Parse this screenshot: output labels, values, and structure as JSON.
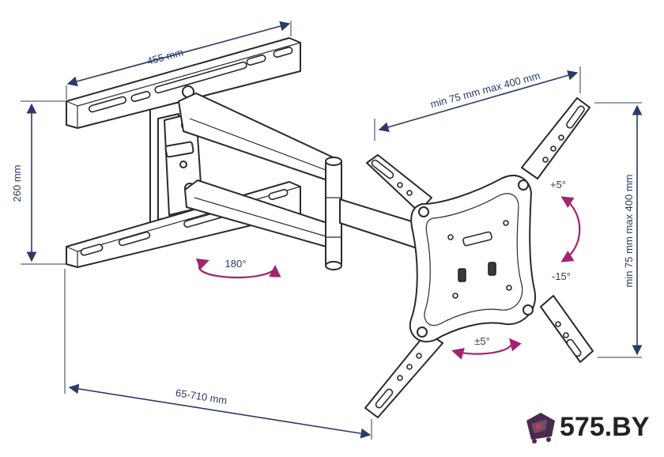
{
  "dimensions": {
    "plate_width": "455 mm",
    "plate_height": "260 mm",
    "extension": "65-710 mm",
    "vesa_horizontal": "min 75 mm max 400 mm",
    "vesa_vertical": "min 75 mm max 400 mm"
  },
  "rotations": {
    "swivel": "180°",
    "tilt_up": "+5°",
    "tilt_down": "-15°",
    "level": "±5°"
  },
  "brand": {
    "name": "575.BY"
  },
  "colors": {
    "dimension": "#2b3a66",
    "rotation_arrow": "#a3246f",
    "outline": "#2a2a2a",
    "brand_icon": "#4b2a4f"
  }
}
